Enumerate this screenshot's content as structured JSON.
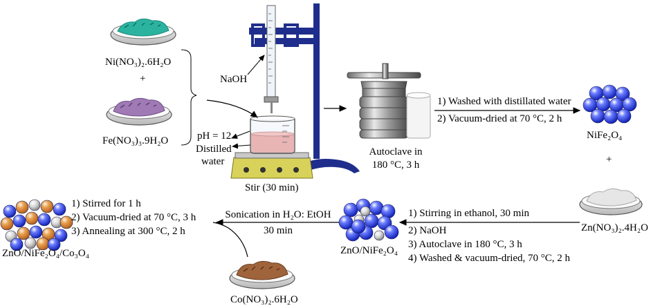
{
  "reagents": {
    "ni_formula": "Ni(NO₃)₂.6H₂O",
    "plus_1": "+",
    "fe_formula": "Fe(NO₃)₃.9H₂O",
    "naoh": "NaOH",
    "ph": "pH = 12",
    "distilled": "Distilled",
    "water": "water",
    "stir": "Stir (30 min)",
    "zn_formula": "Zn(NO₃)₂.4H₂O",
    "co_formula": "Co(NO₃)₂.6H₂O"
  },
  "autoclave": {
    "line1": "Autoclave in",
    "line2": "180 °C, 3 h"
  },
  "step_wash": {
    "line1": "1) Washed with distillated water",
    "line2": "2) Vacuum-dried at 70 °C, 2 h"
  },
  "products": {
    "nife2o4": "NiFe₂O₄",
    "plus_2": "+",
    "zno_nife2o4": "ZnO/NiFe₂O₄",
    "final": "ZnO/NiFe₂O₄/Co₃O₄"
  },
  "step_zno": {
    "line1": "1) Stirring in ethanol, 30 min",
    "line2": "2) NaOH",
    "line3": "3) Autoclave in 180 °C, 3 h",
    "line4": "4) Washed & vacuum-dried, 70 °C, 2 h"
  },
  "step_sonication": {
    "line1": "Sonication in H₂O: EtOH",
    "line2": "30 min"
  },
  "step_final": {
    "line1": "1) Stirred  for 1 h",
    "line2": "2) Vacuum-dried at 70 °C, 3 h",
    "line3": "3) Annealing at 300 °C, 2 h"
  },
  "colors": {
    "ni_powder": "#2bb3a0",
    "fe_powder": "#a07ab4",
    "co_powder": "#a0643c",
    "zn_powder": "#e6e6e6",
    "sphere_blue": "#2a3ad8",
    "sphere_orange": "#d98a3a",
    "sphere_grey": "#c8c8c8",
    "stand": "#1f2e8c",
    "solution": "#e8b4b4"
  }
}
